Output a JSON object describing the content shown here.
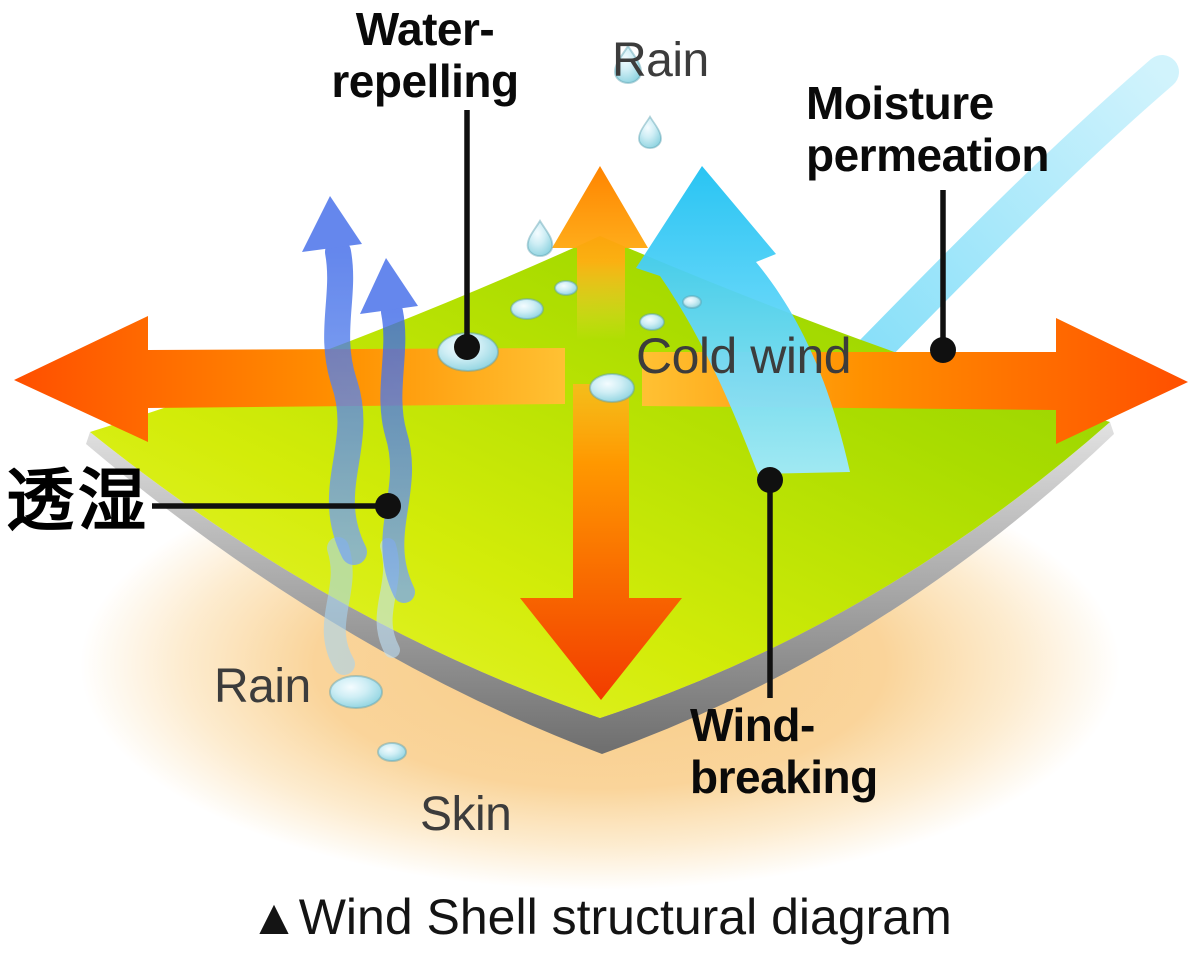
{
  "caption": "▲Wind Shell structural diagram",
  "labels": {
    "water_repelling": "Water-\nrepelling",
    "rain_top": "Rain",
    "moisture_permeation": "Moisture\npermeation",
    "cold_wind": "Cold wind",
    "moisture_permeation_jp": "透湿",
    "rain_bottom": "Rain",
    "wind_breaking": "Wind-\nbreaking",
    "skin": "Skin"
  },
  "diagram": {
    "fabric": {
      "name": "wind-shell-fabric",
      "surface_color_light": "#e8f51e",
      "surface_color_deep": "#8ccf05",
      "underside_color": "#8a8a8a"
    },
    "glow_color": "#f2990f",
    "droplet_color": "#bfe9f2",
    "arrows": [
      {
        "name": "wind-spread-left-arrow",
        "color": "#ff7a00"
      },
      {
        "name": "wind-spread-right-arrow",
        "color": "#ff7a00"
      },
      {
        "name": "moisture-up-arrow",
        "color": "#ff9800"
      },
      {
        "name": "wind-block-down-arrow",
        "color": "#f23c00"
      },
      {
        "name": "moisture-ribbon-arrows",
        "color": "#3a66e8"
      },
      {
        "name": "cold-wind-deflect-arrow",
        "color": "#1ec1f2"
      },
      {
        "name": "cold-wind-swoosh",
        "color": "#56d2f6"
      }
    ]
  }
}
